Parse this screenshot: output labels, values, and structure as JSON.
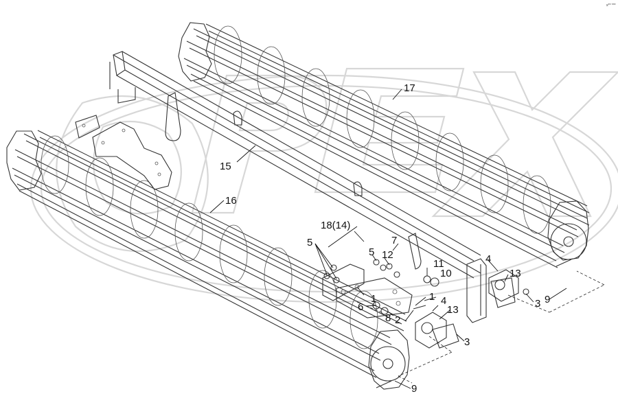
{
  "watermark": {
    "text": "OPEX",
    "color": "#d7d7d7"
  },
  "corner_code": "s** ***",
  "line_color": "#333333",
  "labels": {
    "p15": "15",
    "p16": "16",
    "p17": "17",
    "p18": "18(14)",
    "p5a": "5",
    "p5b": "5",
    "p7": "7",
    "p12": "12",
    "p11": "11",
    "p10": "10",
    "p4a": "4",
    "p4b": "4",
    "p13a": "13",
    "p13b": "13",
    "p1a": "1",
    "p1b": "1",
    "p6": "6",
    "p8": "8",
    "p2": "2",
    "p3a": "3",
    "p3b": "3",
    "p9a": "9",
    "p9b": "9"
  }
}
